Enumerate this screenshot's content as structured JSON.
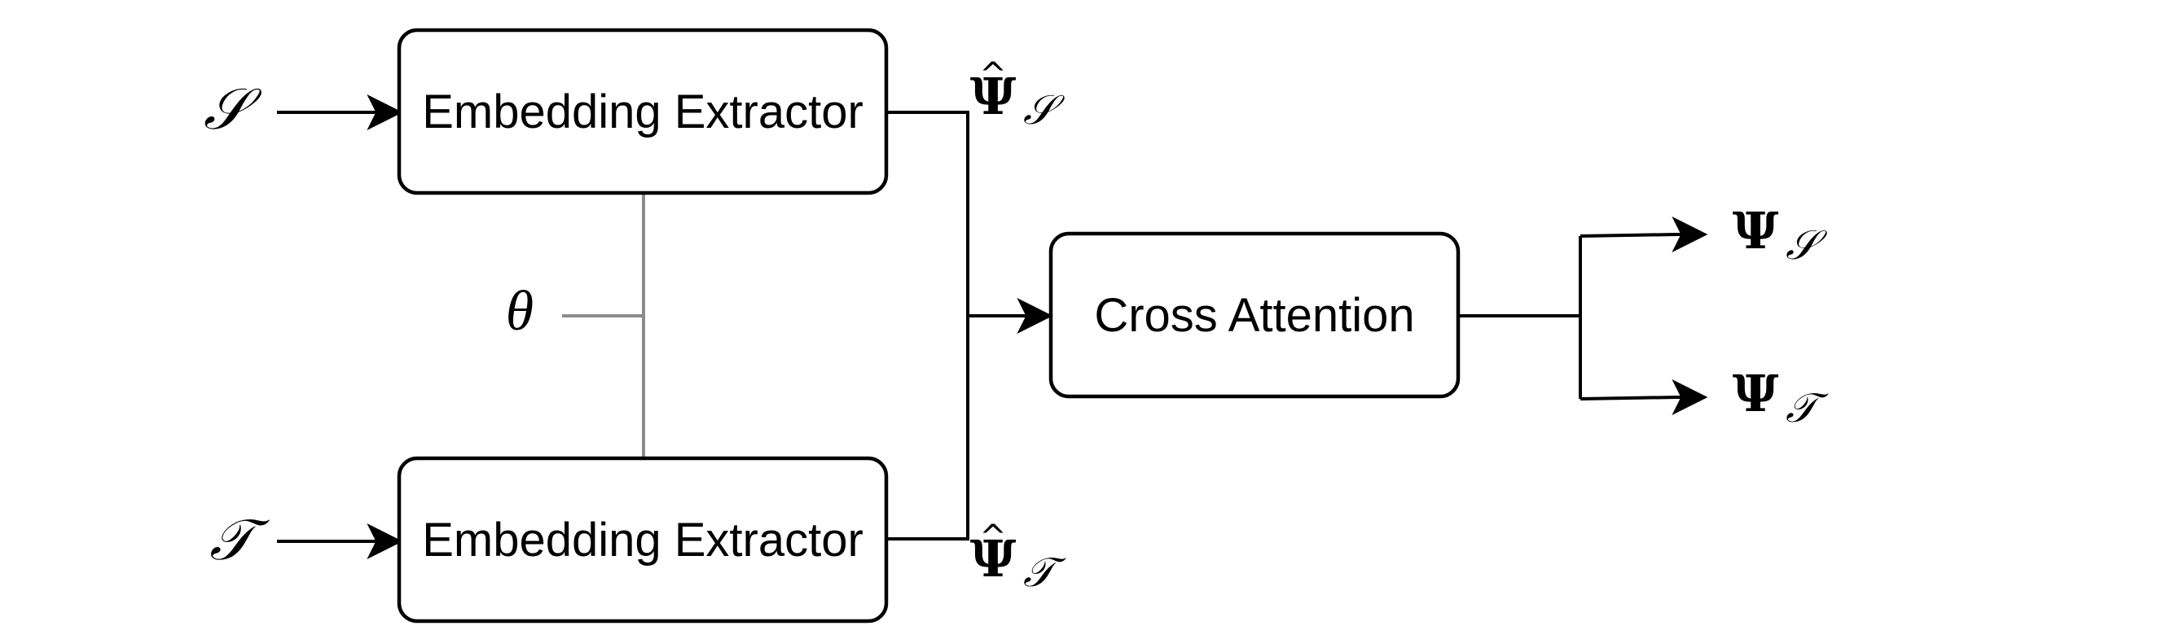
{
  "boxes": {
    "extractor_top": "Embedding Extractor",
    "extractor_bottom": "Embedding Extractor",
    "cross_attention": "Cross Attention"
  },
  "inputs": {
    "source": "𝒮",
    "target": "𝒯"
  },
  "parameter": "θ",
  "intermediate": {
    "psi_symbol": "Ψ",
    "hat": "^",
    "source_sub": "𝒮",
    "target_sub": "𝒯"
  },
  "outputs": {
    "psi_symbol": "Ψ",
    "source_sub": "𝒮",
    "target_sub": "𝒯"
  }
}
